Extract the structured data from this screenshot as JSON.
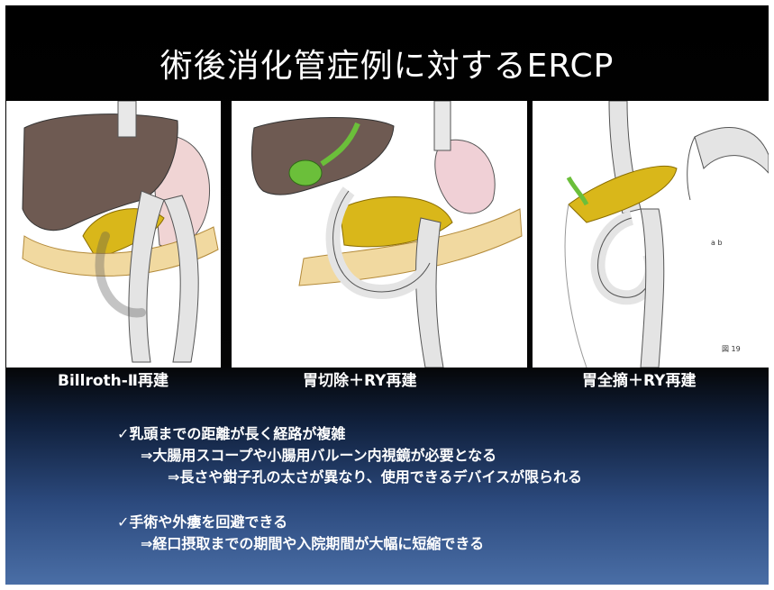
{
  "slide": {
    "title": "術後消化管症例に対するERCP",
    "panels": [
      {
        "caption": "Billroth-Ⅱ再建"
      },
      {
        "caption": "胃切除＋RY再建"
      },
      {
        "caption": "胃全摘＋RY再建",
        "figure_labels": [
          "a b",
          "図 19"
        ]
      }
    ],
    "bullets": [
      {
        "text": "✓乳頭までの距離が長く経路が複雑",
        "sub": [
          "⇒大腸用スコープや小腸用バルーン内視鏡が必要となる",
          "⇒長さや鉗子孔の太さが異なり、使用できるデバイスが限られる"
        ]
      },
      {
        "text": "✓手術や外瘻を回避できる",
        "sub": [
          "⇒経口摂取までの期間や入院期間が大幅に短縮できる"
        ]
      }
    ]
  }
}
